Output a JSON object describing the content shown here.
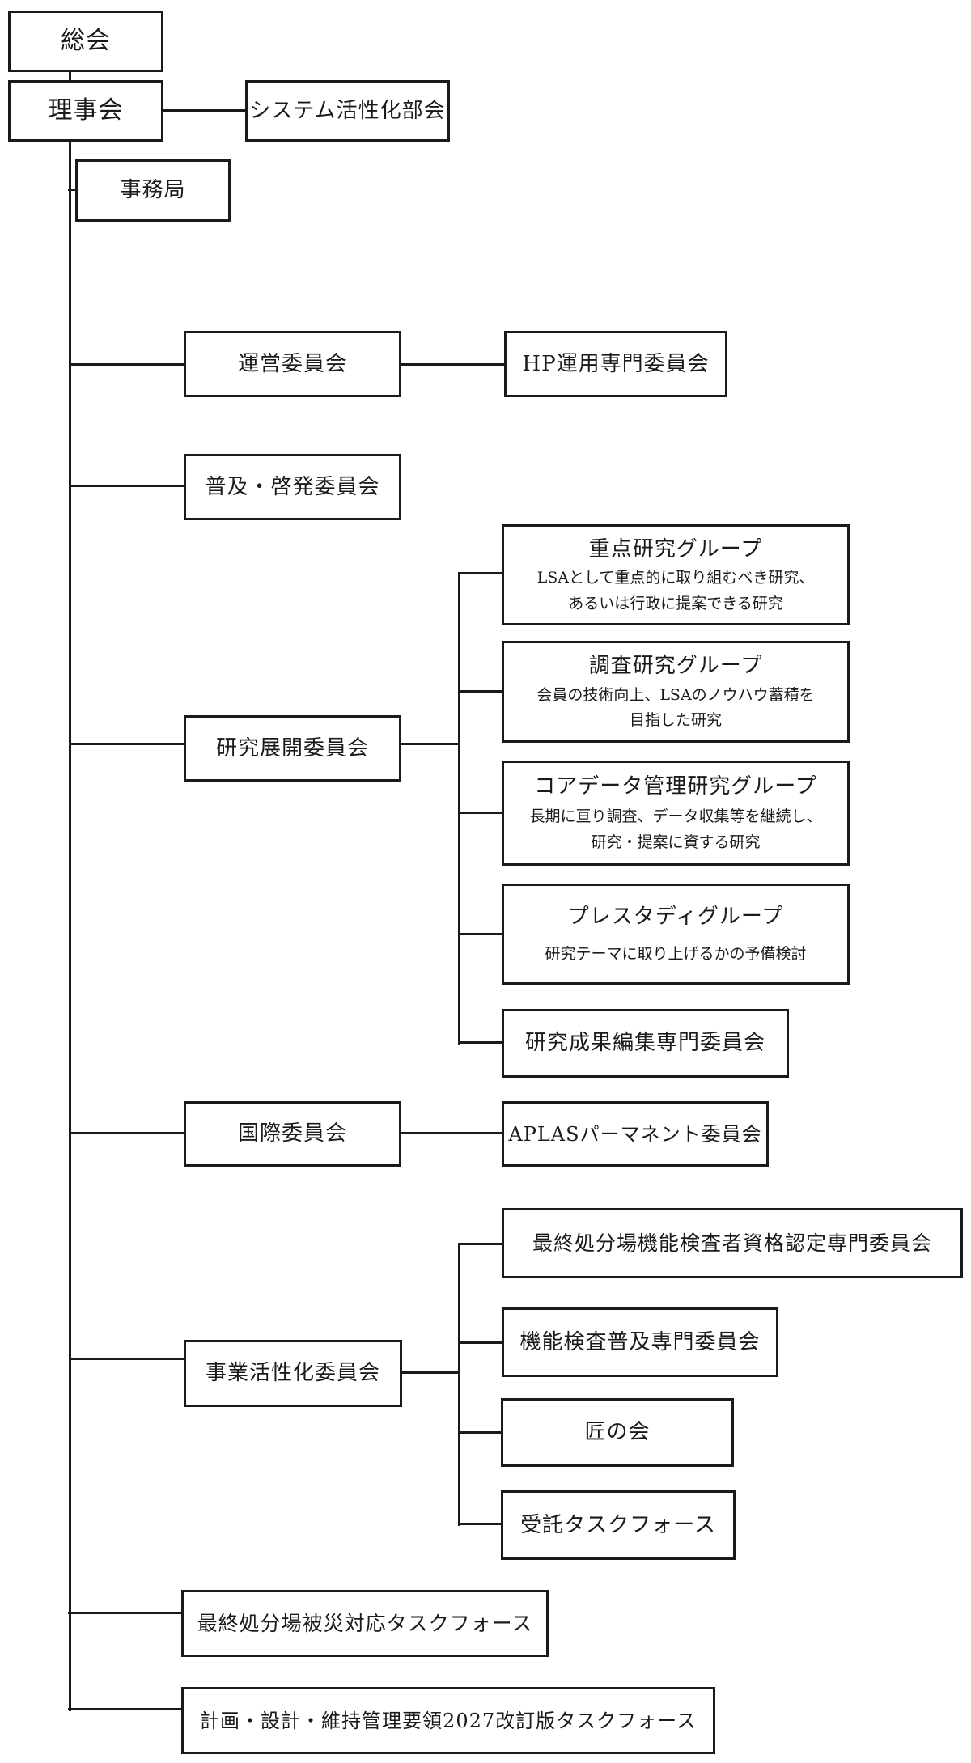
{
  "nodes": {
    "soukai": {
      "label": "総会"
    },
    "rijikai": {
      "label": "理事会"
    },
    "system": {
      "label": "システム活性化部会"
    },
    "jimukyoku": {
      "label": "事務局"
    },
    "unei": {
      "label": "運営委員会"
    },
    "hp": {
      "label": "HP運用専門委員会"
    },
    "fukyu": {
      "label": "普及・啓発委員会"
    },
    "kenkyu": {
      "label": "研究展開委員会"
    },
    "juten": {
      "label": "重点研究グループ",
      "desc1": "LSAとして重点的に取り組むべき研究、",
      "desc2": "あるいは行政に提案できる研究"
    },
    "chousa": {
      "label": "調査研究グループ",
      "desc1": "会員の技術向上、LSAのノウハウ蓄積を",
      "desc2": "目指した研究"
    },
    "core": {
      "label": "コアデータ管理研究グループ",
      "desc1": "長期に亘り調査、データ収集等を継続し、",
      "desc2": "研究・提案に資する研究"
    },
    "pre": {
      "label": "プレスタディグループ",
      "desc1": "研究テーマに取り上げるかの予備検討"
    },
    "seika": {
      "label": "研究成果編集専門委員会"
    },
    "kokusai": {
      "label": "国際委員会"
    },
    "aplas": {
      "label": "APLASパーマネント委員会"
    },
    "jigyou": {
      "label": "事業活性化委員会"
    },
    "shikaku": {
      "label": "最終処分場機能検査者資格認定専門委員会"
    },
    "kinou": {
      "label": "機能検査普及専門委員会"
    },
    "takumi": {
      "label": "匠の会"
    },
    "jutaku": {
      "label": "受託タスクフォース"
    },
    "hisai": {
      "label": "最終処分場被災対応タスクフォース"
    },
    "keikaku": {
      "label": "計画・設計・維持管理要領2027改訂版タスクフォース"
    }
  },
  "hierarchy": {
    "総会": [
      "理事会"
    ],
    "理事会": [
      "システム活性化部会",
      "事務局",
      "運営委員会",
      "普及・啓発委員会",
      "研究展開委員会",
      "国際委員会",
      "事業活性化委員会",
      "最終処分場被災対応タスクフォース",
      "計画・設計・維持管理要領2027改訂版タスクフォース"
    ],
    "運営委員会": [
      "HP運用専門委員会"
    ],
    "研究展開委員会": [
      "重点研究グループ",
      "調査研究グループ",
      "コアデータ管理研究グループ",
      "プレスタディグループ",
      "研究成果編集専門委員会"
    ],
    "国際委員会": [
      "APLASパーマネント委員会"
    ],
    "事業活性化委員会": [
      "最終処分場機能検査者資格認定専門委員会",
      "機能検査普及専門委員会",
      "匠の会",
      "受託タスクフォース"
    ]
  },
  "colors": {
    "background": "#ffffff",
    "line": "#1a1a1a",
    "box_border": "#1a1a1a",
    "text": "#1a1a1a"
  }
}
